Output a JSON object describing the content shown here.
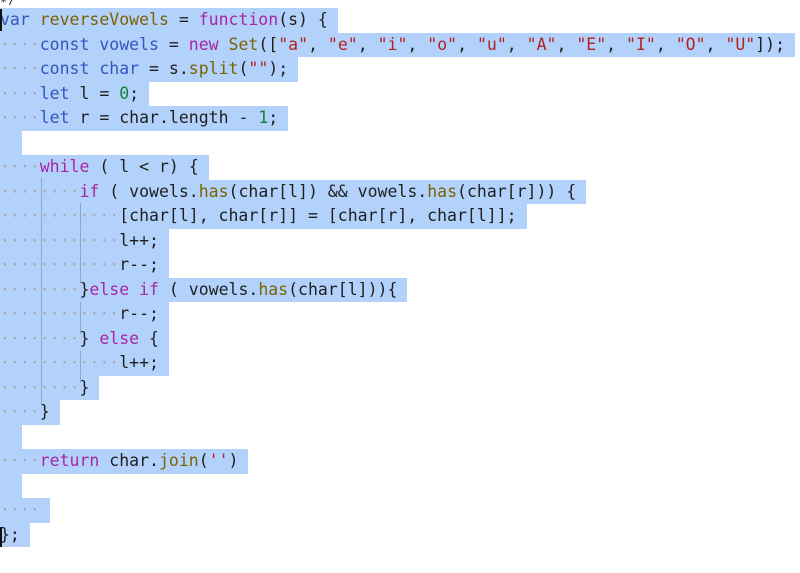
{
  "code": {
    "partial_top_line": "*/",
    "lines": [
      [
        {
          "t": "var",
          "c": "dk"
        },
        {
          "t": " "
        },
        {
          "t": "reverseVowels",
          "c": "fn"
        },
        {
          "t": " = "
        },
        {
          "t": "function",
          "c": "kw"
        },
        {
          "t": "(s) {"
        }
      ],
      [
        {
          "t": "····",
          "c": "ws"
        },
        {
          "t": "const",
          "c": "dk"
        },
        {
          "t": " "
        },
        {
          "t": "vowels",
          "c": "dk"
        },
        {
          "t": " = "
        },
        {
          "t": "new",
          "c": "kw"
        },
        {
          "t": " "
        },
        {
          "t": "Set",
          "c": "fn"
        },
        {
          "t": "(["
        },
        {
          "t": "\"a\"",
          "c": "str"
        },
        {
          "t": ", "
        },
        {
          "t": "\"e\"",
          "c": "str"
        },
        {
          "t": ", "
        },
        {
          "t": "\"i\"",
          "c": "str"
        },
        {
          "t": ", "
        },
        {
          "t": "\"o\"",
          "c": "str"
        },
        {
          "t": ", "
        },
        {
          "t": "\"u\"",
          "c": "str"
        },
        {
          "t": ", "
        },
        {
          "t": "\"A\"",
          "c": "str"
        },
        {
          "t": ", "
        },
        {
          "t": "\"E\"",
          "c": "str"
        },
        {
          "t": ", "
        },
        {
          "t": "\"I\"",
          "c": "str"
        },
        {
          "t": ", "
        },
        {
          "t": "\"O\"",
          "c": "str"
        },
        {
          "t": ", "
        },
        {
          "t": "\"U\"",
          "c": "str"
        },
        {
          "t": "]);"
        }
      ],
      [
        {
          "t": "····",
          "c": "ws"
        },
        {
          "t": "const",
          "c": "dk"
        },
        {
          "t": " "
        },
        {
          "t": "char",
          "c": "dk"
        },
        {
          "t": " = s."
        },
        {
          "t": "split",
          "c": "fn"
        },
        {
          "t": "("
        },
        {
          "t": "\"\"",
          "c": "str"
        },
        {
          "t": ");"
        }
      ],
      [
        {
          "t": "····",
          "c": "ws"
        },
        {
          "t": "let",
          "c": "dk"
        },
        {
          "t": " l = "
        },
        {
          "t": "0",
          "c": "num"
        },
        {
          "t": ";"
        }
      ],
      [
        {
          "t": "····",
          "c": "ws"
        },
        {
          "t": "let",
          "c": "dk"
        },
        {
          "t": " r = char.length - "
        },
        {
          "t": "1",
          "c": "num"
        },
        {
          "t": ";"
        }
      ],
      [],
      [
        {
          "t": "····",
          "c": "ws"
        },
        {
          "t": "while",
          "c": "kw"
        },
        {
          "t": " ( l < r) {"
        }
      ],
      [
        {
          "t": "········",
          "c": "ws"
        },
        {
          "t": "if",
          "c": "kw"
        },
        {
          "t": " ( vowels."
        },
        {
          "t": "has",
          "c": "fn"
        },
        {
          "t": "(char[l]) && vowels."
        },
        {
          "t": "has",
          "c": "fn"
        },
        {
          "t": "(char[r])) {"
        }
      ],
      [
        {
          "t": "············",
          "c": "ws"
        },
        {
          "t": "[char[l], char[r]] = [char[r], char[l]];"
        }
      ],
      [
        {
          "t": "············",
          "c": "ws"
        },
        {
          "t": "l++;"
        }
      ],
      [
        {
          "t": "············",
          "c": "ws"
        },
        {
          "t": "r--;"
        }
      ],
      [
        {
          "t": "········",
          "c": "ws"
        },
        {
          "t": "}"
        },
        {
          "t": "else if",
          "c": "kw"
        },
        {
          "t": " ( vowels."
        },
        {
          "t": "has",
          "c": "fn"
        },
        {
          "t": "(char[l])){"
        }
      ],
      [
        {
          "t": "············",
          "c": "ws"
        },
        {
          "t": "r--;"
        }
      ],
      [
        {
          "t": "········",
          "c": "ws"
        },
        {
          "t": "} "
        },
        {
          "t": "else",
          "c": "kw"
        },
        {
          "t": " {"
        }
      ],
      [
        {
          "t": "············",
          "c": "ws"
        },
        {
          "t": "l++;"
        }
      ],
      [
        {
          "t": "········",
          "c": "ws"
        },
        {
          "t": "}"
        }
      ],
      [
        {
          "t": "····",
          "c": "ws"
        },
        {
          "t": "}"
        }
      ],
      [],
      [
        {
          "t": "····",
          "c": "ws"
        },
        {
          "t": "return",
          "c": "kw"
        },
        {
          "t": " char."
        },
        {
          "t": "join",
          "c": "fn"
        },
        {
          "t": "("
        },
        {
          "t": "''",
          "c": "str"
        },
        {
          "t": ")"
        }
      ],
      [],
      [
        {
          "t": "····",
          "c": "ws"
        }
      ],
      [
        {
          "t": "};"
        }
      ]
    ]
  },
  "colors": {
    "selection": "#b2d2fb",
    "keyword": "#a626a4",
    "declaration": "#3355bb",
    "function": "#7c6200",
    "string": "#b22222",
    "number": "#1a7f37",
    "whitespace_marker": "#a8a8a8"
  }
}
